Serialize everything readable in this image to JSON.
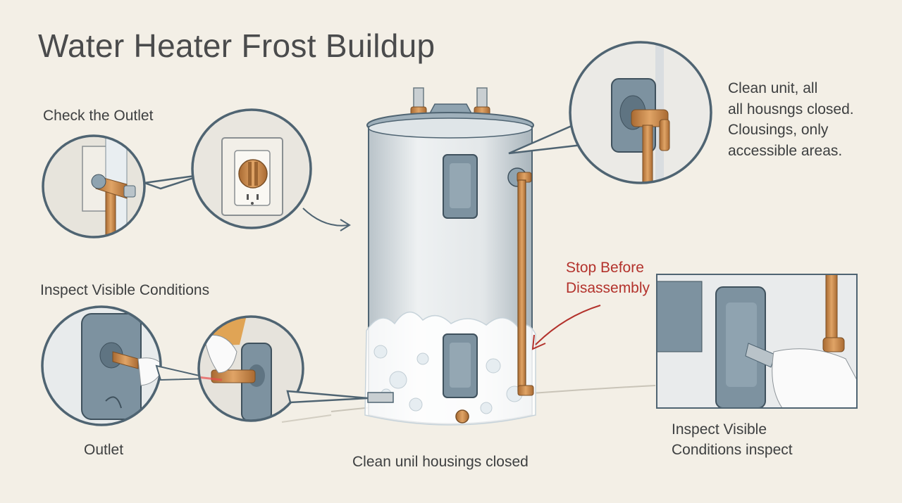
{
  "title": "Water Heater Frost Buildup",
  "labels": {
    "check_outlet": "Check the Outlet",
    "inspect_conditions": "Inspect Visible  Conditions",
    "outlet": "Outlet",
    "bottom_caption": "Clean unil housings closed",
    "stop_warning": [
      "Stop Before",
      "Disassembly"
    ],
    "top_right_note": [
      "Clean unit, all",
      "all housngs closed.",
      "Clousings, only",
      "accessible areas."
    ],
    "bottom_right_note": [
      "Inspect Visible",
      "Conditions inspect"
    ]
  },
  "colors": {
    "background": "#f3efe6",
    "outline": "#4f6472",
    "tank": "#dfe3e5",
    "copper": "#c98a4a",
    "frost": "#ffffff",
    "warning": "#b3322c"
  },
  "icons": [
    "water-heater-illustration",
    "outlet-valve-icon",
    "electrical-outlet-icon",
    "drain-valve-icon",
    "hand-icon",
    "arrow-icon"
  ]
}
